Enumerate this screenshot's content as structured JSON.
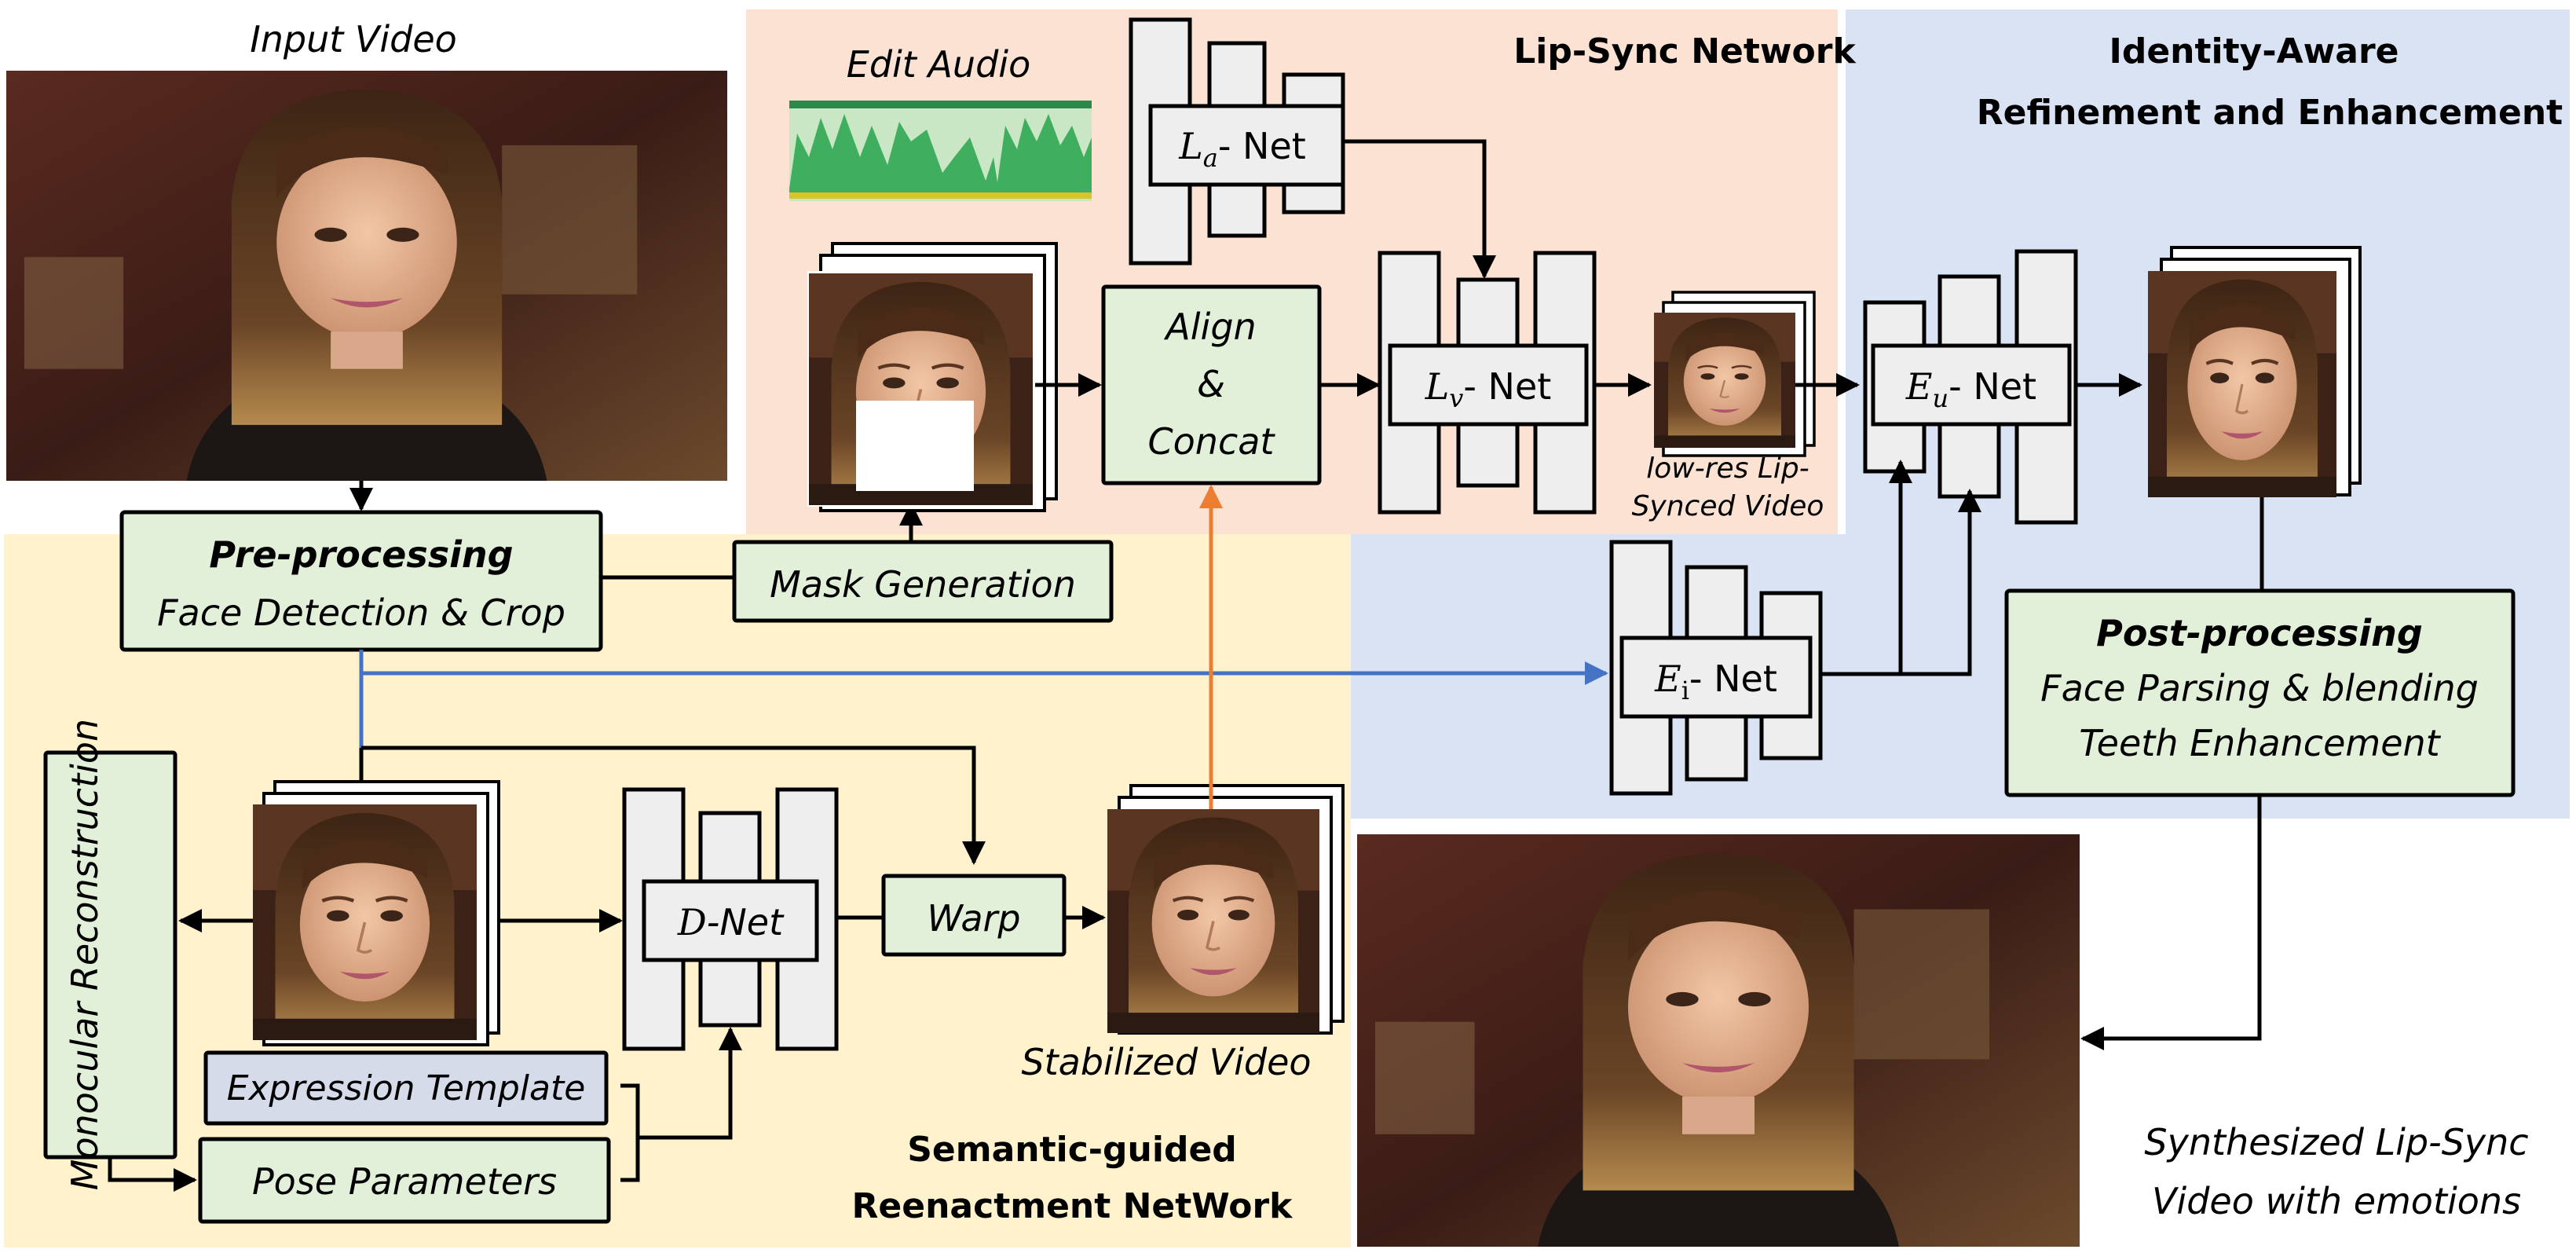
{
  "colors": {
    "lipsync_region": "#fbe2d3",
    "reenactment_region": "#fff2cc",
    "enhancement_region": "#dae3f3",
    "process_box": "#e2f0d9",
    "template_box": "#d6dbe9",
    "net_block": "#eeeeef",
    "orange_arrow": "#ed7d31",
    "blue_arrow": "#4472c4",
    "outline": "#000000"
  },
  "regions": {
    "lipsync_title": "Lip-Sync Network",
    "enhance_title_line1": "Identity-Aware",
    "enhance_title_line2": "Refinement and Enhancement",
    "reenact_title_line1": "Semantic-guided",
    "reenact_title_line2": "Reenactment NetWork"
  },
  "labels": {
    "input_video": "Input Video",
    "edit_audio": "Edit Audio",
    "lowres_line1": "low-res Lip-",
    "lowres_line2": "Synced Video",
    "stabilized_video": "Stabilized Video",
    "synth_line1": "Synthesized Lip-Sync",
    "synth_line2": "Video with emotions"
  },
  "boxes": {
    "preprocess_title": "Pre-processing",
    "preprocess_sub": "Face Detection & Crop",
    "mask_generation": "Mask Generation",
    "align_1": "Align",
    "align_2": "&",
    "align_3": "Concat",
    "postprocess_title": "Post-processing",
    "postprocess_sub1": "Face Parsing & blending",
    "postprocess_sub2": "Teeth Enhancement",
    "monocular": "Monocular Reconstruction",
    "expression_template": "Expression Template",
    "pose_parameters": "Pose Parameters",
    "warp": "Warp"
  },
  "nets": {
    "la": {
      "symbol": "L",
      "sub": "a",
      "suffix": "- Net"
    },
    "lv": {
      "symbol": "L",
      "sub": "v",
      "suffix": "- Net"
    },
    "eu": {
      "symbol": "E",
      "sub": "u",
      "suffix": "- Net"
    },
    "ei": {
      "symbol": "E",
      "sub": "i",
      "suffix": "- Net"
    },
    "d": {
      "symbol": "D",
      "suffix": "-Net"
    }
  },
  "icons": [
    "face-image-icon",
    "audio-waveform-icon",
    "mask-rect-icon"
  ]
}
